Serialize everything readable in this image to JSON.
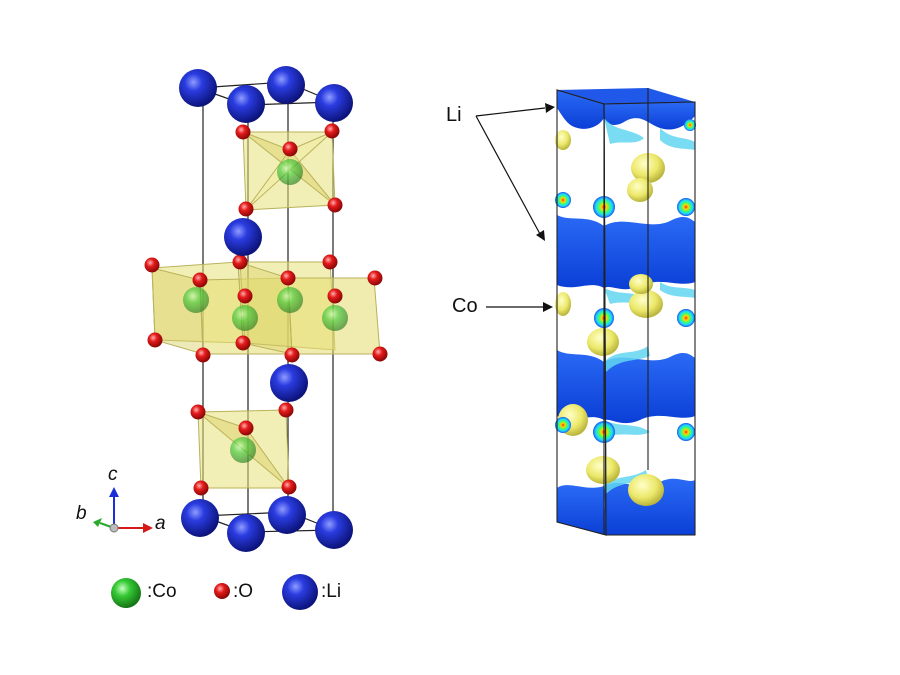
{
  "legend": {
    "co": ":Co",
    "o": ":O",
    "li": ":Li"
  },
  "axes": {
    "a": "a",
    "b": "b",
    "c": "c"
  },
  "annotations": {
    "li": "Li",
    "co": "Co"
  },
  "colors": {
    "li_atom": "#1e2bd0",
    "o_atom": "#e01515",
    "co_atom": "#2fbf2f",
    "polyhedron": "#e8e27a",
    "density_surface": "#1150e8",
    "density_cyan": "#5fd8f0",
    "density_yellow": "#f2ef6a"
  }
}
